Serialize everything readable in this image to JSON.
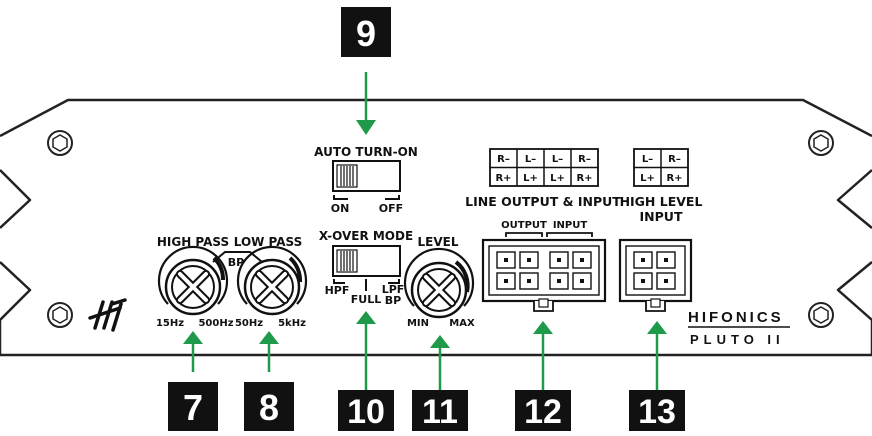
{
  "callouts": {
    "c7": "7",
    "c8": "8",
    "c9": "9",
    "c10": "10",
    "c11": "11",
    "c12": "12",
    "c13": "13"
  },
  "controls": {
    "auto_turn_on": {
      "title": "AUTO TURN-ON",
      "on": "ON",
      "off": "OFF"
    },
    "high_pass": {
      "title": "HIGH PASS",
      "min": "15Hz",
      "max": "500Hz"
    },
    "bp": "BP",
    "low_pass": {
      "title": "LOW PASS",
      "min": "50Hz",
      "max": "5kHz"
    },
    "xover": {
      "title": "X-OVER MODE",
      "hpf": "HPF",
      "full": "FULL",
      "lpf": "LPF",
      "bp": "BP"
    },
    "level": {
      "title": "LEVEL",
      "min": "MIN",
      "max": "MAX"
    }
  },
  "line_io": {
    "title": "LINE OUTPUT & INPUT",
    "output": "OUTPUT",
    "input": "INPUT",
    "top_row": [
      "R–",
      "L–",
      "L–",
      "R–"
    ],
    "bottom_row": [
      "R+",
      "L+",
      "L+",
      "R+"
    ]
  },
  "high_level": {
    "title_line1": "HIGH LEVEL",
    "title_line2": "INPUT",
    "top_row": [
      "L–",
      "R–"
    ],
    "bottom_row": [
      "L+",
      "R+"
    ]
  },
  "brand": {
    "name": "HIFONICS",
    "model": "PLUTO II"
  },
  "colors": {
    "arrow": "#1e9a4a",
    "callout_bg": "#111111",
    "panel_stroke": "#222222"
  }
}
